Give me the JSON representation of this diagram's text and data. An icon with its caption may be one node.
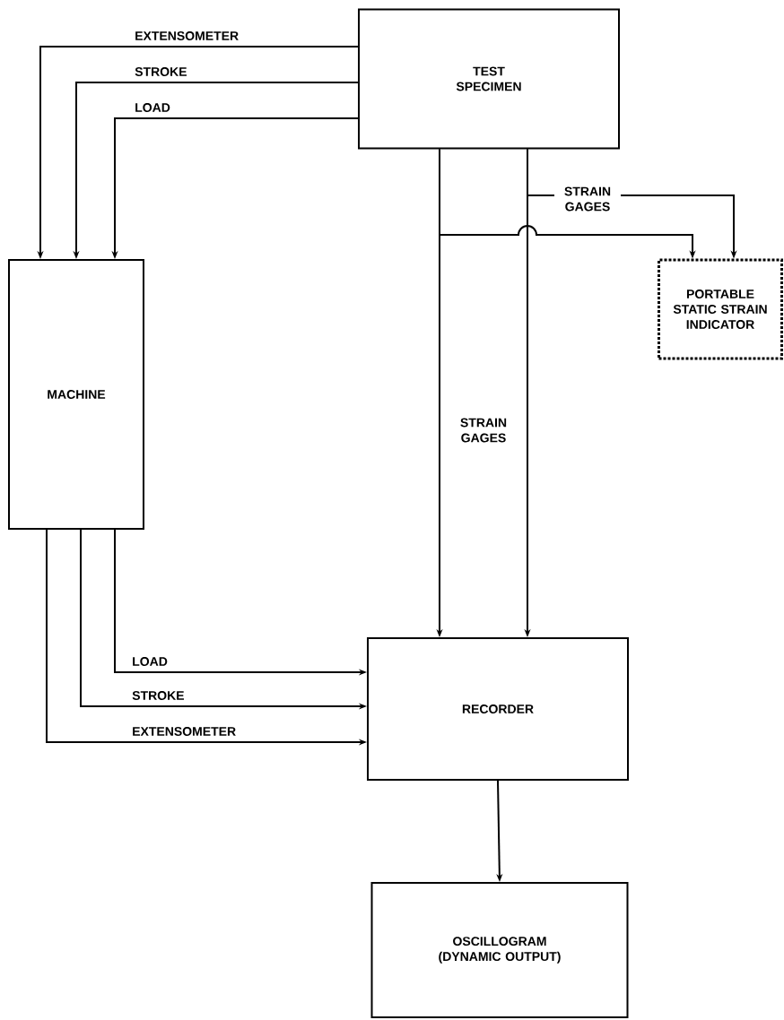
{
  "diagram": {
    "nodes": [
      {
        "text": [
          "TEST SPECIMEN"
        ]
      },
      {
        "text": [
          "MACHINE"
        ]
      },
      {
        "text": [
          "PORTABLE STATIC STRAIN INDICATOR"
        ]
      },
      {
        "text": [
          "RECORDER"
        ]
      },
      {
        "text": [
          "OSCILLOGRAM (DYNAMIC OUTPUT)"
        ]
      }
    ],
    "edges": [
      {
        "from": 0,
        "to": 1,
        "arrow": "to",
        "label": "EXTENSOMETER"
      },
      {
        "from": 0,
        "to": 1,
        "arrow": "to",
        "label": "STROKE"
      },
      {
        "from": 0,
        "to": 1,
        "arrow": "to",
        "label": "LOAD"
      },
      {
        "from": 0,
        "to": 2,
        "arrow": "to",
        "label": "STRAIN GAGES"
      },
      {
        "from": 0,
        "to": 2,
        "arrow": "to"
      },
      {
        "from": 0,
        "to": 3,
        "arrow": "to",
        "label": "STRAIN GAGES"
      },
      {
        "from": 0,
        "to": 3,
        "arrow": "to"
      },
      {
        "from": 1,
        "to": 3,
        "arrow": "to",
        "label": "LOAD"
      },
      {
        "from": 1,
        "to": 3,
        "arrow": "to",
        "label": "STROKE"
      },
      {
        "from": 1,
        "to": 3,
        "arrow": "to",
        "label": "EXTENSOMETER"
      },
      {
        "from": 3,
        "to": 4,
        "arrow": "to"
      }
    ]
  }
}
